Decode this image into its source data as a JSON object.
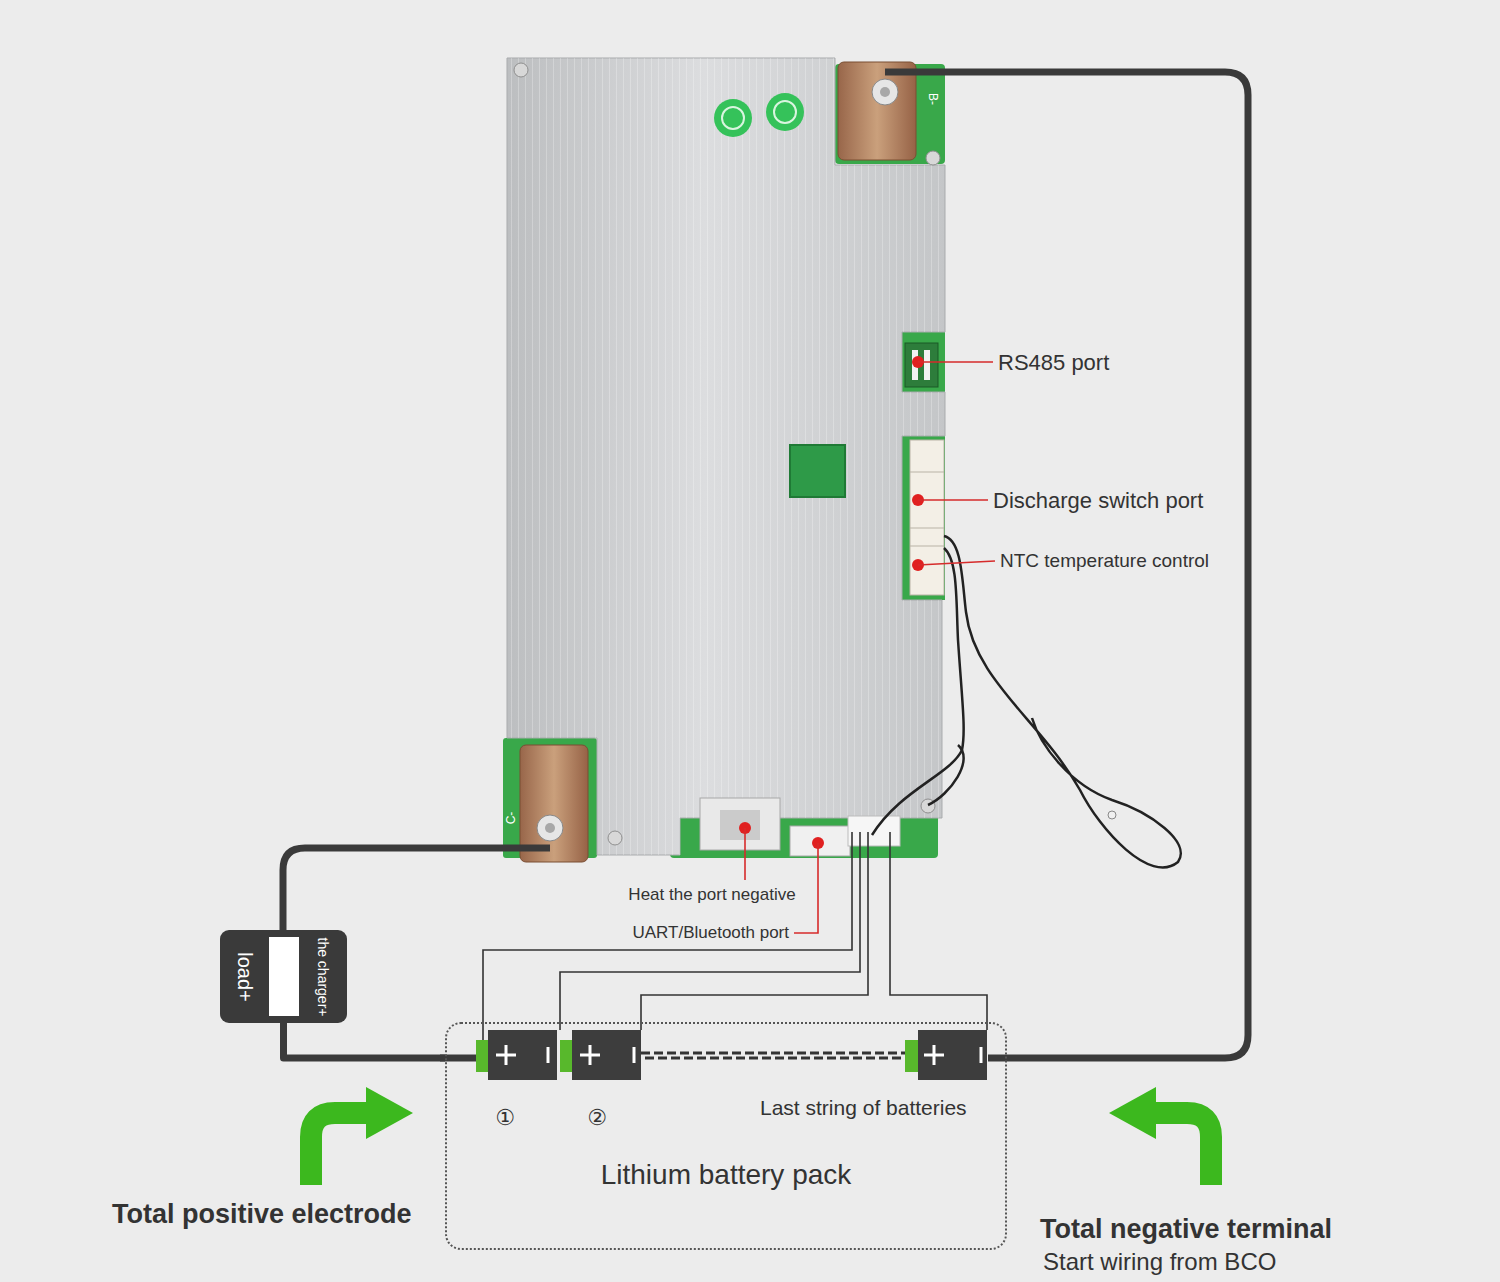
{
  "diagram": {
    "nodes": [
      {
        "text": [
          "load+",
          "the charger+"
        ]
      },
      {
        "text": [
          "Lithium battery pack"
        ]
      }
    ],
    "edges": [
      {
        "from": 0,
        "to": 1,
        "arrow": "none"
      }
    ],
    "labels": [
      "B-",
      "RS485 port",
      "Discharge switch port",
      "NTC temperature control",
      "C-",
      "Heat the port negative",
      "UART/Bluetooth port",
      "①",
      "②",
      "Last string of batteries",
      "Total positive electrode",
      "Total negative terminal",
      "Start wiring from BCO"
    ]
  }
}
